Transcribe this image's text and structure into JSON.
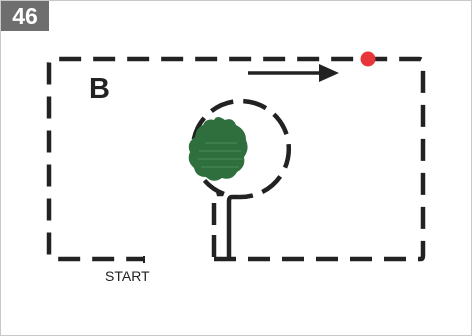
{
  "figure": {
    "number": "46",
    "zone_label": "B",
    "start_label": "START"
  },
  "colors": {
    "path": "#222222",
    "robot": "#e8353a",
    "shrub": "#2f6f3e",
    "badge": "#6e6e6e"
  },
  "icons": {
    "robot": "red-dot-robot-icon",
    "obstacle": "shrub-icon",
    "direction": "arrow-right-icon"
  }
}
